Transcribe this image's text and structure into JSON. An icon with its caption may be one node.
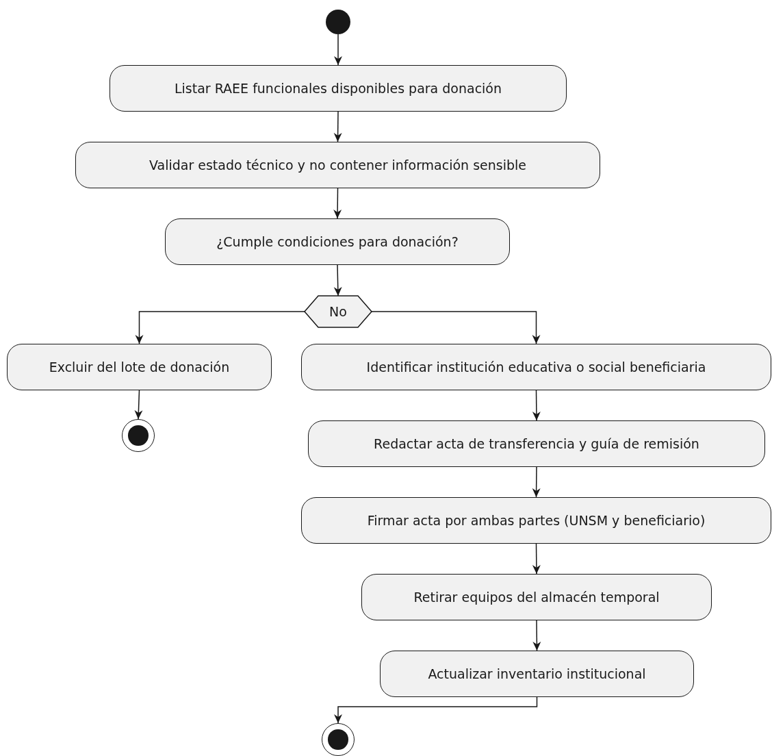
{
  "diagram": {
    "nodes": [
      {
        "text": [],
        "shape": "circle"
      },
      {
        "text": [
          "Listar RAEE funcionales disponibles para donación"
        ]
      },
      {
        "text": [
          "Validar estado técnico y no contener información sensible"
        ]
      },
      {
        "text": [
          "¿Cumple condiciones para donación?"
        ]
      },
      {
        "text": [
          "No"
        ]
      },
      {
        "text": [
          "Excluir del lote de donación"
        ]
      },
      {
        "text": [],
        "shape": "bullseye"
      },
      {
        "text": [
          "Identificar institución educativa o social beneficiaria"
        ]
      },
      {
        "text": [
          "Redactar acta de transferencia y guía de remisión"
        ]
      },
      {
        "text": [
          "Firmar acta por ambas partes (UNSM y beneficiario)"
        ]
      },
      {
        "text": [
          "Retirar equipos del almacén temporal"
        ]
      },
      {
        "text": [
          "Actualizar inventario institucional"
        ]
      },
      {
        "text": [],
        "shape": "bullseye"
      }
    ],
    "edges": [
      {
        "from": 0,
        "to": 1,
        "arrow": "to"
      },
      {
        "from": 1,
        "to": 2,
        "arrow": "to"
      },
      {
        "from": 2,
        "to": 3,
        "arrow": "to"
      },
      {
        "from": 3,
        "to": 4,
        "arrow": "to"
      },
      {
        "from": 4,
        "to": 5,
        "arrow": "to"
      },
      {
        "from": 4,
        "to": 7,
        "arrow": "to"
      },
      {
        "from": 5,
        "to": 6,
        "arrow": "to"
      },
      {
        "from": 7,
        "to": 8,
        "arrow": "to"
      },
      {
        "from": 8,
        "to": 9,
        "arrow": "to"
      },
      {
        "from": 9,
        "to": 10,
        "arrow": "to"
      },
      {
        "from": 10,
        "to": 11,
        "arrow": "to"
      },
      {
        "from": 11,
        "to": 12,
        "arrow": "to"
      }
    ]
  }
}
